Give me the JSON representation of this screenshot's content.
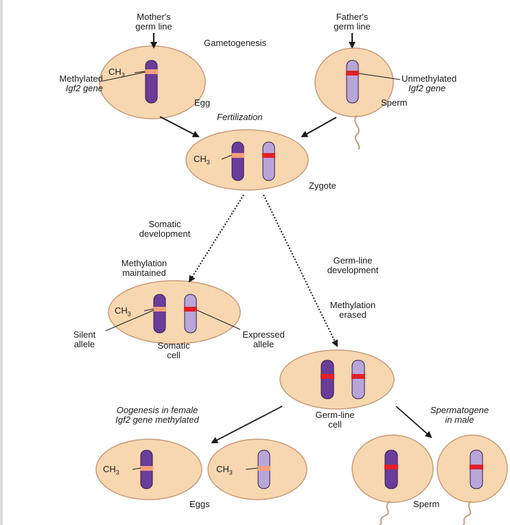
{
  "labels": {
    "mothers_germ_line": [
      "Mother's",
      "germ line"
    ],
    "fathers_germ_line": [
      "Father's",
      "germ line"
    ],
    "gametogenesis": "Gametogenesis",
    "methylated_igf2": [
      "Methylated",
      "Igf2 gene"
    ],
    "unmethylated_igf2": [
      "Unmethylated",
      "Igf2 gene"
    ],
    "egg": "Egg",
    "sperm": "Sperm",
    "fertilization": "Fertilization",
    "zygote": "Zygote",
    "somatic_development": [
      "Somatic",
      "development"
    ],
    "methylation_maintained": [
      "Methylation",
      "maintained"
    ],
    "germline_development": [
      "Germ-line",
      "development"
    ],
    "methylation_erased": [
      "Methylation",
      "erased"
    ],
    "silent_allele": [
      "Silent",
      "allele"
    ],
    "expressed_allele": [
      "Expressed",
      "allele"
    ],
    "somatic_cell": [
      "Somatic",
      "cell"
    ],
    "germline_cell": [
      "Germ-line",
      "cell"
    ],
    "oogenesis": [
      "Oogenesis in female",
      "Igf2 gene methylated"
    ],
    "spermatogenesis": [
      "Spermatogene",
      "in male"
    ],
    "eggs": "Eggs",
    "sperm_bottom": "Sperm",
    "ch3": "CH",
    "ch3_sub": "3"
  },
  "colors": {
    "cell_fill": "#f7d7b0",
    "cell_stroke": "#c89a78",
    "maternal_chromosome": "#6a3d9a",
    "paternal_chromosome": "#b9a6d9",
    "methylated_band": "#f2a07b",
    "unmethylated_band": "#e0202a",
    "arrow": "#1a1a1a"
  }
}
